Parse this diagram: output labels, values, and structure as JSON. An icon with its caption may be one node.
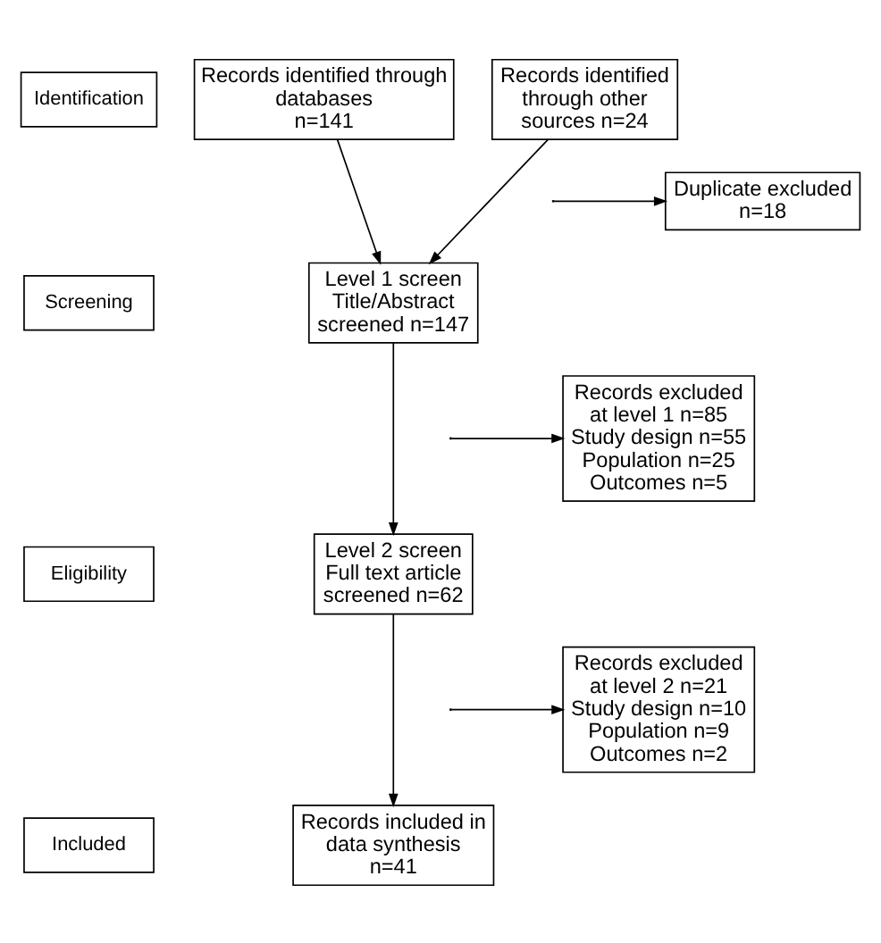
{
  "diagram": {
    "nodes": [
      {
        "text": [
          "Identification"
        ]
      },
      {
        "text": [
          "Screening"
        ]
      },
      {
        "text": [
          "Eligibility"
        ]
      },
      {
        "text": [
          "Included"
        ]
      },
      {
        "text": [
          "Records identified through databases n=141"
        ]
      },
      {
        "text": [
          "Records identified through other sources n=24"
        ]
      },
      {
        "text": [
          "Duplicate excluded n=18"
        ]
      },
      {
        "text": [
          "Level 1 screen Title/Abstract screened n=147"
        ]
      },
      {
        "text": [
          "Records excluded at level 1 n=85 Study design n=55 Population n=25 Outcomes n=5"
        ]
      },
      {
        "text": [
          "Level 2 screen Full text article screened n=62"
        ]
      },
      {
        "text": [
          "Records excluded at level 2 n=21 Study design n=10 Population n=9 Outcomes n=2"
        ]
      },
      {
        "text": [
          "Records included in data synthesis n=41"
        ]
      }
    ],
    "edges": [
      {
        "from": 4,
        "to": 7,
        "arrow": "to"
      },
      {
        "from": 5,
        "to": 7,
        "arrow": "to"
      },
      {
        "from": null,
        "to": 6,
        "arrow": "to"
      },
      {
        "from": 7,
        "to": 9,
        "arrow": "to"
      },
      {
        "from": null,
        "to": 8,
        "arrow": "to"
      },
      {
        "from": 9,
        "to": 11,
        "arrow": "to"
      },
      {
        "from": null,
        "to": 10,
        "arrow": "to"
      }
    ]
  }
}
